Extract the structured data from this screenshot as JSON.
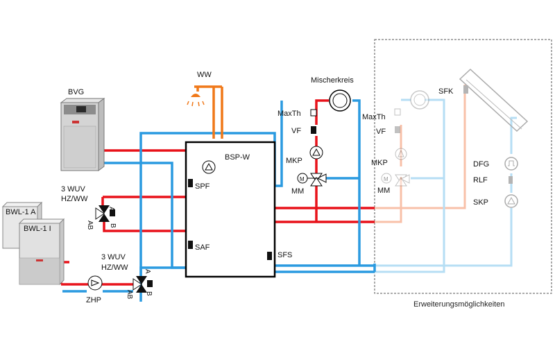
{
  "colors": {
    "hot_pipe": "#e8121a",
    "cold_pipe": "#2a9ae0",
    "ww_pipe": "#f07818",
    "hot_pipe_faded": "#f8c0a8",
    "cold_pipe_faded": "#b6def4",
    "tank_border": "#000000",
    "sensor": "#111111",
    "sensor_faded": "#b4b4b4",
    "dashed_box": "#555555"
  },
  "labels": {
    "ww": "WW",
    "bvg": "BVG",
    "mischerkreis": "Mischerkreis",
    "bsp_w": "BSP-W",
    "spf": "SPF",
    "saf": "SAF",
    "sfs": "SFS",
    "maxth": "MaxTh",
    "vf": "VF",
    "mkp": "MKP",
    "mm": "MM",
    "maxth_ext": "MaxTh",
    "vf_ext": "VF",
    "mkp_ext": "MKP",
    "mm_ext": "MM",
    "sfk": "SFK",
    "dfg": "DFG",
    "rlf": "RLF",
    "skp": "SKP",
    "wuv_upper_line1": "3 WUV",
    "wuv_upper_line2": "HZ/WW",
    "wuv_lower_line1": "3 WUV",
    "wuv_lower_line2": "HZ/WW",
    "valve_upper_a": "A",
    "valve_upper_b": "B",
    "valve_upper_ab": "AB",
    "valve_lower_a": "A",
    "valve_lower_b": "B",
    "valve_lower_ab": "AB",
    "zhp": "ZHP",
    "bwl_a": "BWL-1 A",
    "bwl_i": "BWL-1 I",
    "erweiterung": "Erweiterungsmöglichkeiten",
    "motor_m": "M",
    "motor_m_ext": "M"
  }
}
